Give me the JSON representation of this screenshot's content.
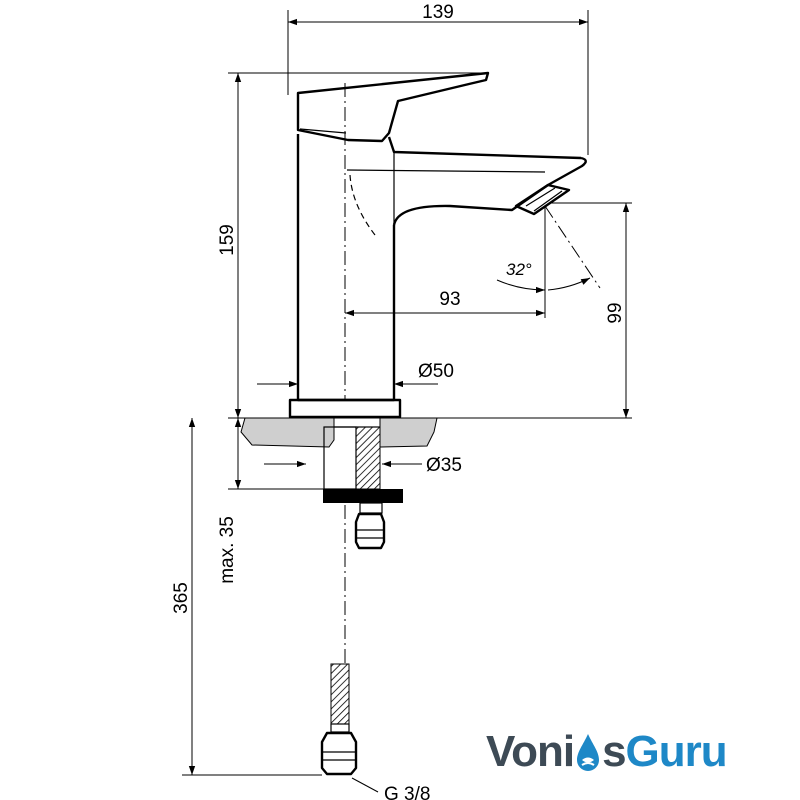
{
  "drawing": {
    "dimensions": {
      "total_length": "139",
      "height": "159",
      "spout_reach": "93",
      "spout_height": "99",
      "body_diameter": "Ø50",
      "hole_diameter": "Ø35",
      "max_thickness": "max. 35",
      "hose_length": "365",
      "connection": "G 3/8",
      "spout_angle": "32°"
    }
  },
  "brand": {
    "part1": "Voni",
    "part2": "s",
    "part3": "Guru",
    "colors": {
      "dark": "#3d4a55",
      "accent": "#1e88c7"
    }
  }
}
